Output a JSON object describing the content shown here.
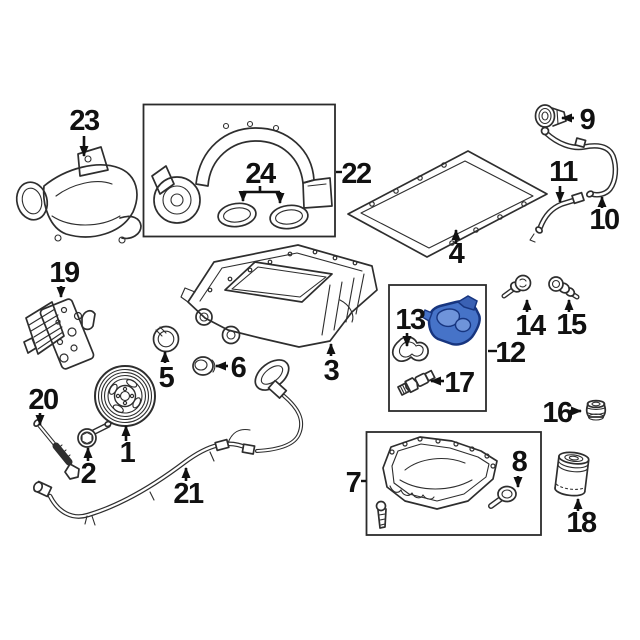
{
  "figure": {
    "kind": "exploded-parts-diagram",
    "highlighted_callout": "12"
  },
  "colors": {
    "background": "#ffffff",
    "line": "#2e2e2e",
    "callout_text": "#111111",
    "highlight_fill": "#4673c8",
    "highlight_facet": "#6f94da",
    "highlight_outline": "#17357f"
  },
  "callouts": [
    {
      "label": "1"
    },
    {
      "label": "2"
    },
    {
      "label": "3"
    },
    {
      "label": "4"
    },
    {
      "label": "5"
    },
    {
      "label": "6"
    },
    {
      "label": "7"
    },
    {
      "label": "8"
    },
    {
      "label": "9"
    },
    {
      "label": "10"
    },
    {
      "label": "11"
    },
    {
      "label": "12"
    },
    {
      "label": "13"
    },
    {
      "label": "14"
    },
    {
      "label": "15"
    },
    {
      "label": "16"
    },
    {
      "label": "17"
    },
    {
      "label": "18"
    },
    {
      "label": "19"
    },
    {
      "label": "20"
    },
    {
      "label": "21"
    },
    {
      "label": "22"
    },
    {
      "label": "23"
    },
    {
      "label": "24"
    }
  ]
}
